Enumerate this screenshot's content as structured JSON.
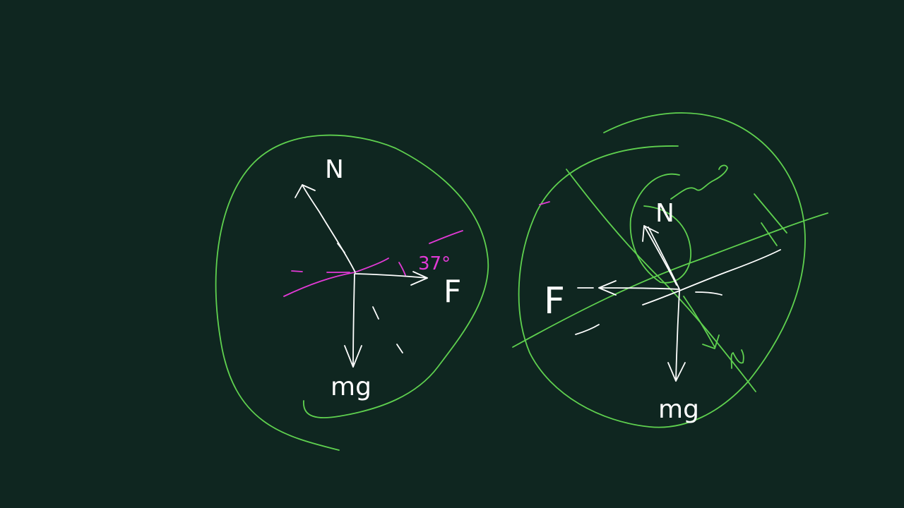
{
  "colors": {
    "background": "#0f2620",
    "chalk_white": "#ffffff",
    "chalk_green": "#5fd14f",
    "chalk_pink": "#e23ad6"
  },
  "left_diagram": {
    "normal_label": "N",
    "force_label": "F",
    "weight_label": "mg",
    "angle_label": "37°"
  },
  "right_diagram": {
    "normal_label": "N",
    "force_label": "F",
    "weight_label": "mg"
  }
}
